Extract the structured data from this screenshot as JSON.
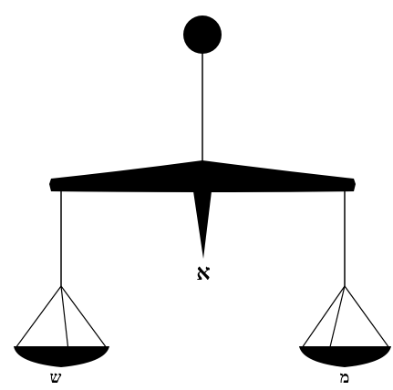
{
  "figure": {
    "labels": {
      "fulcrum": "א",
      "left_pan": "ש",
      "right_pan": "מ"
    },
    "colors": {
      "ink": "#000000",
      "background": "#ffffff"
    }
  }
}
